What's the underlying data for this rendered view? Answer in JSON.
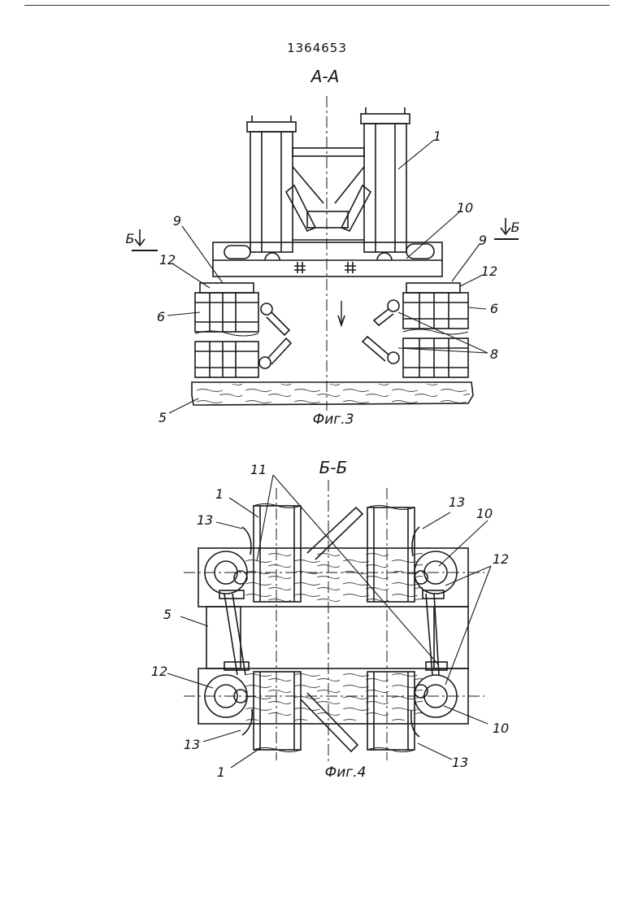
{
  "document": {
    "patent_number": "1364653",
    "figure3": {
      "section_title": "А-А",
      "caption": "Фиг.3"
    },
    "figure4": {
      "section_title": "Б-Б",
      "caption": "Фиг.4"
    },
    "section_marks": [
      "Б",
      "Б"
    ],
    "labels_fig3": [
      "1",
      "10",
      "9",
      "9",
      "12",
      "12",
      "6",
      "6",
      "8",
      "5"
    ],
    "labels_fig4": [
      "11",
      "1",
      "13",
      "13",
      "10",
      "12",
      "5",
      "12",
      "13",
      "10",
      "13",
      "1"
    ]
  }
}
